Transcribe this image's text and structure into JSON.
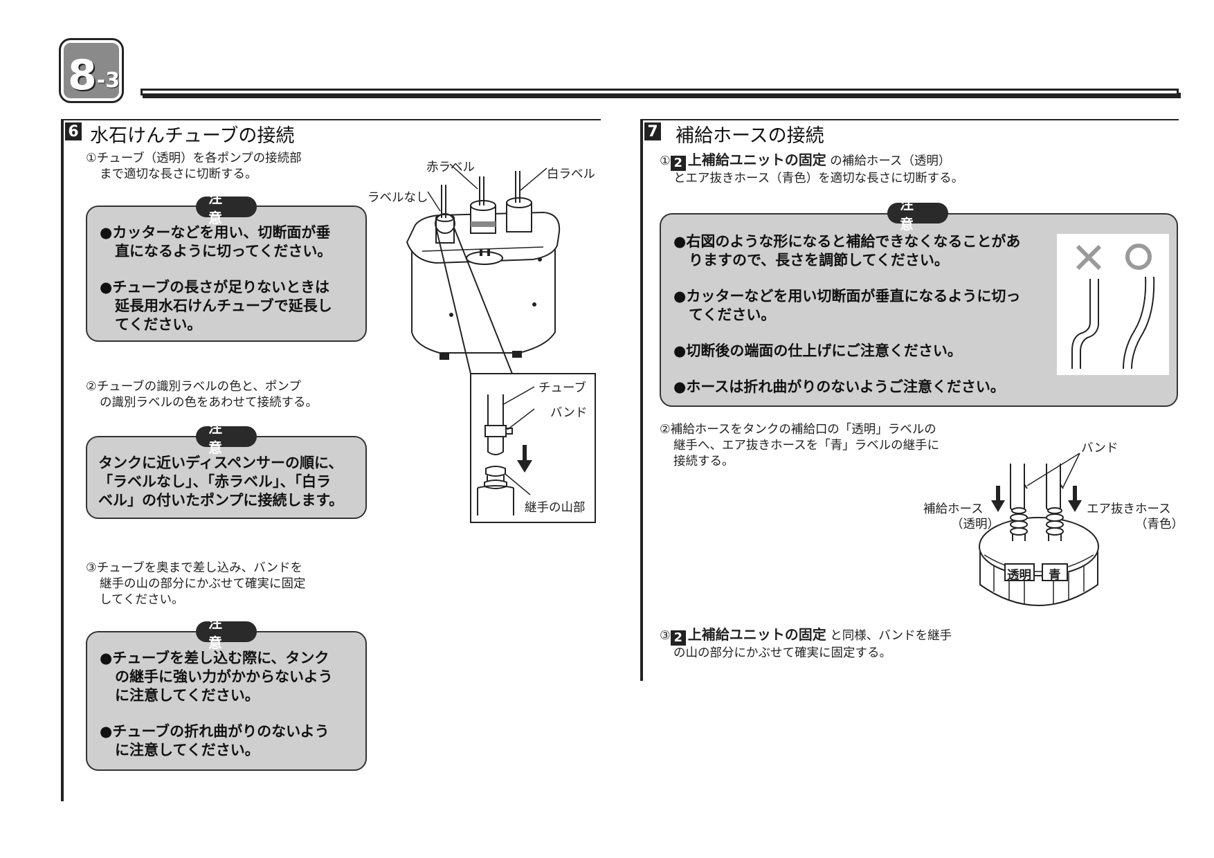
{
  "badge": {
    "main": "8",
    "sub": "-3"
  },
  "section6": {
    "number": "6",
    "title": "水石けんチューブの接続",
    "step1": [
      "①チューブ（透明）を各ポンプの接続部",
      "まで適切な長さに切断する。"
    ],
    "caution1": {
      "tag": "注意",
      "lines": [
        "●カッターなどを用い、切断面が垂",
        "直になるように切ってください。",
        "●チューブの長さが足りないときは",
        "延長用水石けんチューブで延長し",
        "てください。"
      ]
    },
    "step2": [
      "②チューブの識別ラベルの色と、ポンプ",
      "の識別ラベルの色をあわせて接続する。"
    ],
    "caution2": {
      "tag": "注意",
      "lines": [
        "タンクに近いディスペンサーの順に、",
        "「ラベルなし」、「赤ラベル」、「白ラ",
        "ベル」の付いたポンプに接続します。"
      ]
    },
    "step3": [
      "③チューブを奥まで差し込み、バンドを",
      "継手の山の部分にかぶせて確実に固定",
      "してください。"
    ],
    "caution3": {
      "tag": "注意",
      "lines": [
        "●チューブを差し込む際に、タンク",
        "の継手に強い力がかからないよう",
        "に注意してください。",
        "●チューブの折れ曲がりのないよう",
        "に注意してください。"
      ]
    },
    "figure": {
      "label_red": "赤ラベル",
      "label_white": "白ラベル",
      "label_none": "ラベルなし",
      "tube": "チューブ",
      "band": "バンド",
      "joint": "継手の山部"
    }
  },
  "section7": {
    "number": "7",
    "title": "補給ホースの接続",
    "step1": {
      "prefix": "①",
      "ref_num": "2",
      "ref_title": "上補給ユニットの固定",
      "rest": "の補給ホース（透明）",
      "line2": "とエア抜きホース（青色）を適切な長さに切断する。"
    },
    "caution": {
      "tag": "注意",
      "lines": [
        "●右図のような形になると補給できなくなることがあ",
        "りますので、長さを調節してください。",
        "●カッターなどを用い切断面が垂直になるように切っ",
        "てください。",
        "●切断後の端面の仕上げにご注意ください。",
        "●ホースは折れ曲がりのないようご注意ください。"
      ]
    },
    "step2": [
      "②補給ホースをタンクの補給口の「透明」ラベルの",
      "継手へ、エア抜きホースを「青」ラベルの継手に",
      "接続する。"
    ],
    "figure": {
      "band": "バンド",
      "supply_hose": "補給ホース",
      "supply_hose_sub": "（透明）",
      "air_hose": "エア抜きホース",
      "air_hose_sub": "（青色）",
      "cap_clear": "透明",
      "cap_blue": "青"
    },
    "step3": {
      "prefix": "③",
      "ref_num": "2",
      "ref_title": "上補給ユニットの固定",
      "rest": "と同様、バンドを継手",
      "line2": "の山の部分にかぶせて確実に固定する。"
    }
  }
}
